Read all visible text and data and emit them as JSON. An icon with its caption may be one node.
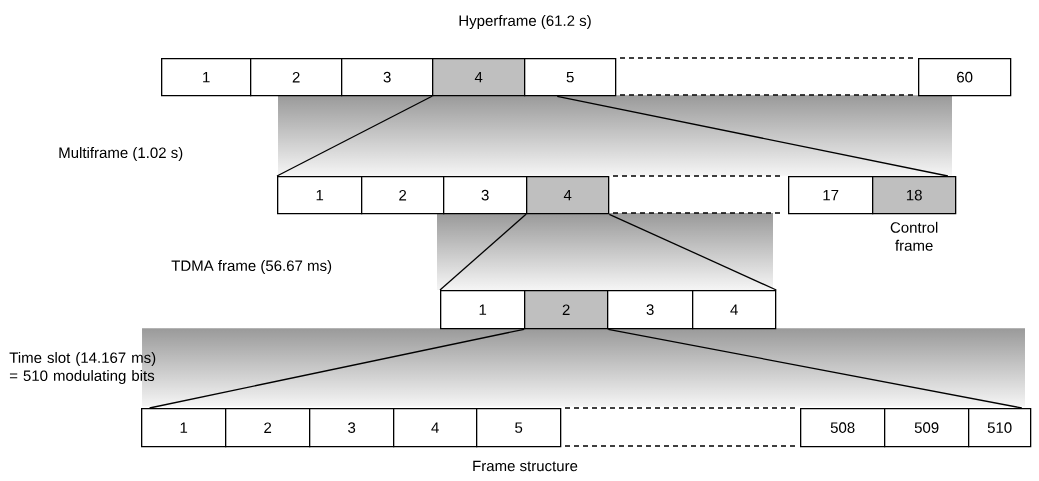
{
  "diagram": {
    "nodes": [
      {
        "text": [
          "1"
        ]
      },
      {
        "text": [
          "2"
        ]
      },
      {
        "text": [
          "3"
        ]
      },
      {
        "text": [
          "4"
        ]
      },
      {
        "text": [
          "5"
        ]
      },
      {
        "text": [
          "60"
        ]
      },
      {
        "text": [
          "1"
        ]
      },
      {
        "text": [
          "2"
        ]
      },
      {
        "text": [
          "3"
        ]
      },
      {
        "text": [
          "4"
        ]
      },
      {
        "text": [
          "17"
        ]
      },
      {
        "text": [
          "18"
        ],
        "beside": [
          "Control frame"
        ]
      },
      {
        "text": [
          "1"
        ]
      },
      {
        "text": [
          "2"
        ]
      },
      {
        "text": [
          "3"
        ]
      },
      {
        "text": [
          "4"
        ]
      },
      {
        "text": [
          "1"
        ]
      },
      {
        "text": [
          "2"
        ]
      },
      {
        "text": [
          "3"
        ]
      },
      {
        "text": [
          "4"
        ]
      },
      {
        "text": [
          "5"
        ]
      },
      {
        "text": [
          "508"
        ]
      },
      {
        "text": [
          "509"
        ]
      },
      {
        "text": [
          "510"
        ]
      }
    ],
    "edges": [
      {
        "from": 3,
        "to": 6,
        "arrow": "none"
      },
      {
        "from": 4,
        "to": 11,
        "arrow": "none"
      },
      {
        "from": 9,
        "to": 12,
        "arrow": "none"
      },
      {
        "from": 9,
        "to": 15,
        "arrow": "none"
      },
      {
        "from": 13,
        "to": 16,
        "arrow": "none"
      },
      {
        "from": 13,
        "to": 23,
        "arrow": "none"
      }
    ],
    "labels": [
      "Hyperframe (61.2 s)",
      "Multiframe (1.02 s)",
      "TDMA frame (56.67 ms)",
      "Time slot (14.167 ms) = 510 modulating bits",
      "Frame structure"
    ]
  }
}
